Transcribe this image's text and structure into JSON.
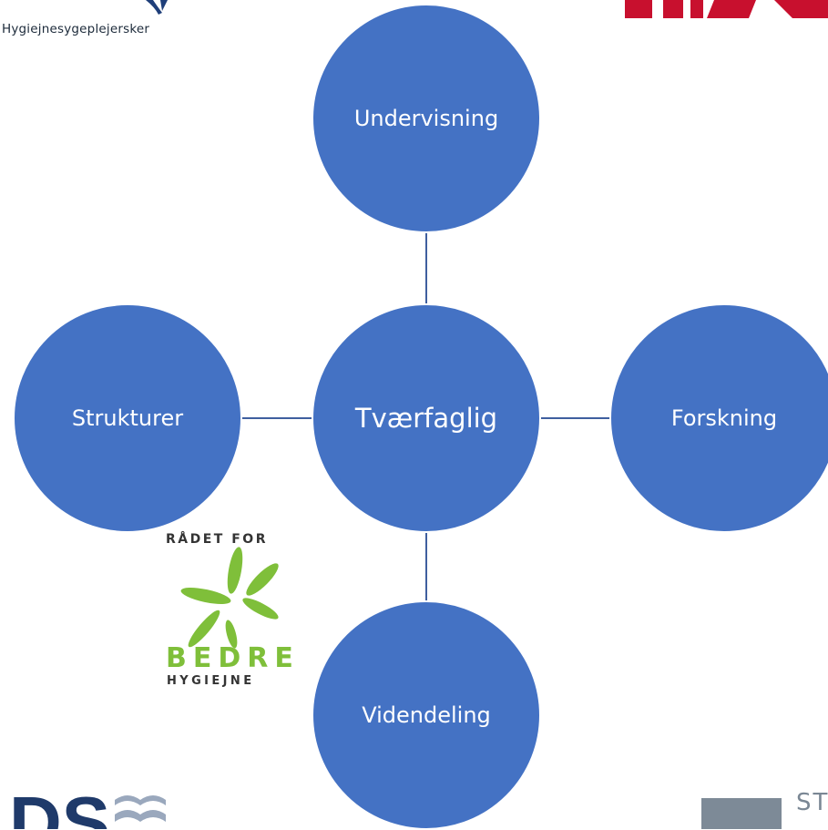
{
  "diagram": {
    "center": {
      "label": "Tværfaglig"
    },
    "nodes": {
      "top": {
        "label": "Undervisning"
      },
      "left": {
        "label": "Strukturer"
      },
      "right": {
        "label": "Forskning"
      },
      "bottom": {
        "label": "Videndeling"
      }
    }
  },
  "logos": {
    "hygiejne": {
      "caption": "Hygiejnesygeplejersker"
    },
    "raadet": {
      "top": "RÅDET FOR",
      "middle": "BEDRE",
      "bottom": "HYGIEJNE"
    },
    "ds": {
      "text": "DS"
    },
    "st": {
      "text": "ST"
    }
  },
  "colors": {
    "node_fill": "#4472c4",
    "connector": "#3f5f9f",
    "leaf_green": "#7fbf3a",
    "red_logo": "#c8102e"
  }
}
